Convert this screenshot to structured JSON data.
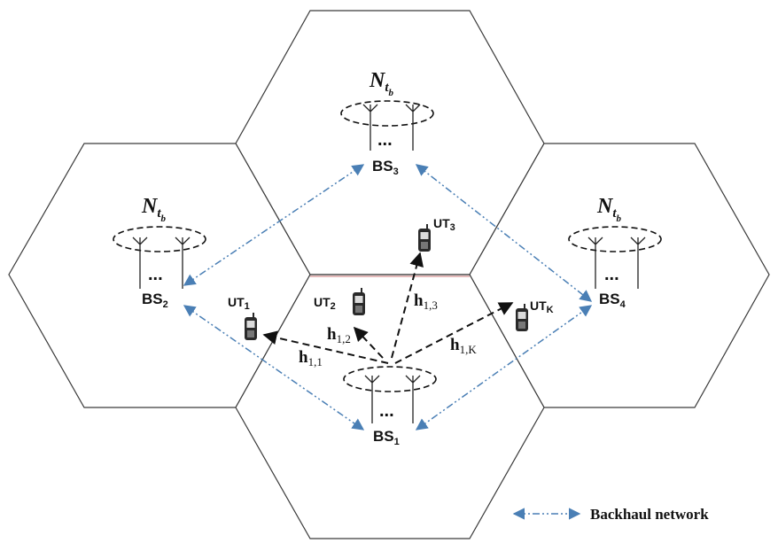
{
  "base_stations": [
    {
      "name": "BS",
      "sub": "1",
      "dots": "..."
    },
    {
      "name": "BS",
      "sub": "2",
      "dots": "..."
    },
    {
      "name": "BS",
      "sub": "3",
      "dots": "..."
    },
    {
      "name": "BS",
      "sub": "4",
      "dots": "..."
    }
  ],
  "antenna_label": {
    "symbol": "N",
    "sub": "t",
    "subsub": "b"
  },
  "users": [
    {
      "name": "UT",
      "sub": "1"
    },
    {
      "name": "UT",
      "sub": "2"
    },
    {
      "name": "UT",
      "sub": "3"
    },
    {
      "name": "UT",
      "sub": "K"
    }
  ],
  "channels": [
    {
      "symbol": "h",
      "sub": "1,1"
    },
    {
      "symbol": "h",
      "sub": "1,2"
    },
    {
      "symbol": "h",
      "sub": "1,3"
    },
    {
      "symbol": "h",
      "sub": "1,K"
    }
  ],
  "legend": {
    "label": "Backhaul network"
  },
  "colors": {
    "backhaul": "#4a7fb5",
    "link": "#111111",
    "cell_border": "#3a3a3a"
  }
}
